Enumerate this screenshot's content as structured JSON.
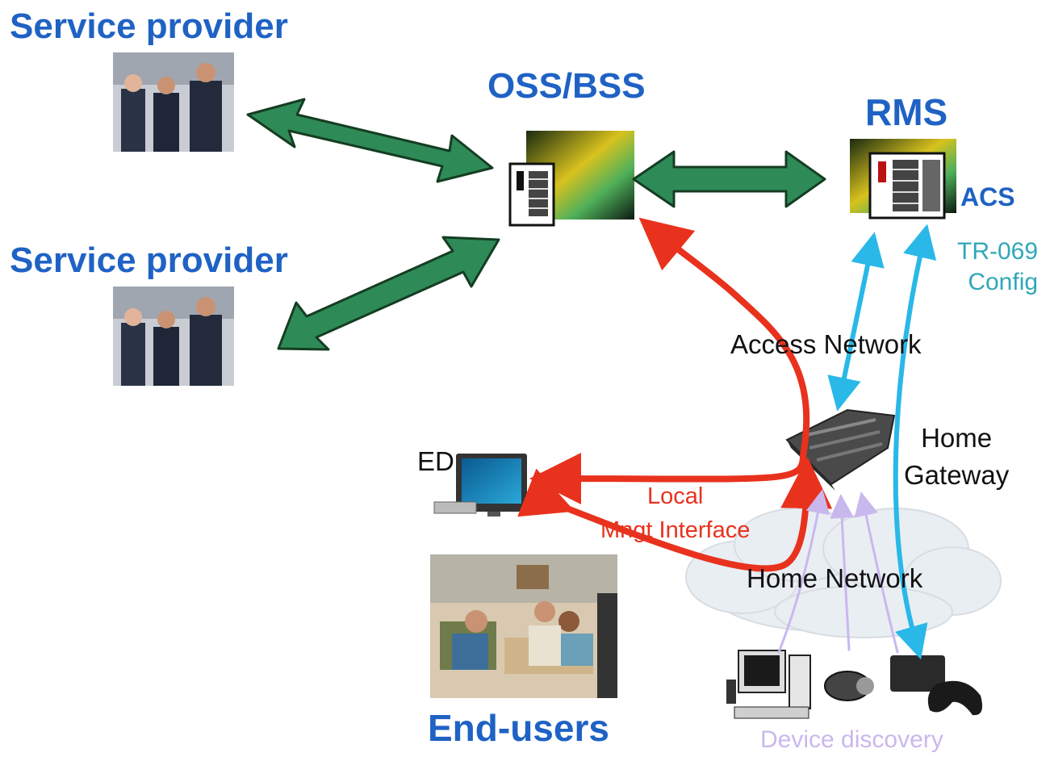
{
  "labels": {
    "service_provider_top": "Service provider",
    "service_provider_bottom": "Service provider",
    "oss_bss": "OSS/BSS",
    "rms": "RMS",
    "acs": "ACS",
    "tr069_line1": "TR-069",
    "tr069_line2": "Config",
    "access_network": "Access Network",
    "home_gateway_line1": "Home",
    "home_gateway_line2": "Gateway",
    "ed": "ED",
    "local_line1": "Local",
    "local_line2": "Mngt Interface",
    "home_network": "Home Network",
    "end_users": "End-users",
    "device_discovery": "Device discovery"
  },
  "colors": {
    "title_blue": "#1f62c4",
    "green_arrow": "#2e8b57",
    "red_arrow": "#e8321e",
    "cyan_arrow": "#29b8e8",
    "tr069_teal": "#2fa8b8",
    "discovery_lavender": "#c9b8ee"
  }
}
